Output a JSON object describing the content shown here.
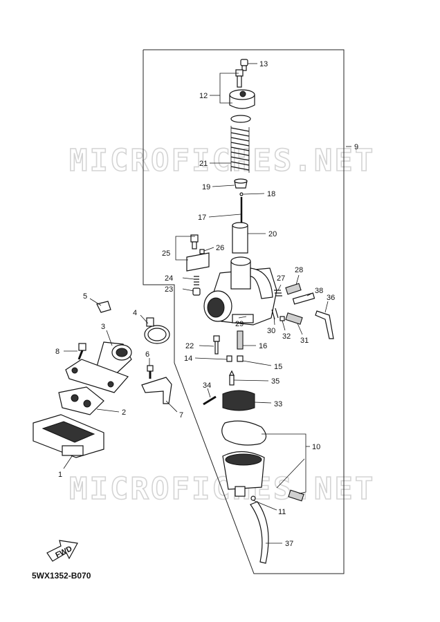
{
  "watermark": "MICROFICHES.NET",
  "diagram_code": "5WX1352-B070",
  "fwd_label": "FWD",
  "callouts": [
    "1",
    "2",
    "3",
    "4",
    "5",
    "6",
    "7",
    "8",
    "9",
    "10",
    "11",
    "12",
    "13",
    "14",
    "15",
    "16",
    "17",
    "18",
    "19",
    "20",
    "21",
    "22",
    "23",
    "24",
    "25",
    "26",
    "27",
    "28",
    "29",
    "30",
    "31",
    "32",
    "33",
    "34",
    "35",
    "36",
    "37",
    "38"
  ]
}
